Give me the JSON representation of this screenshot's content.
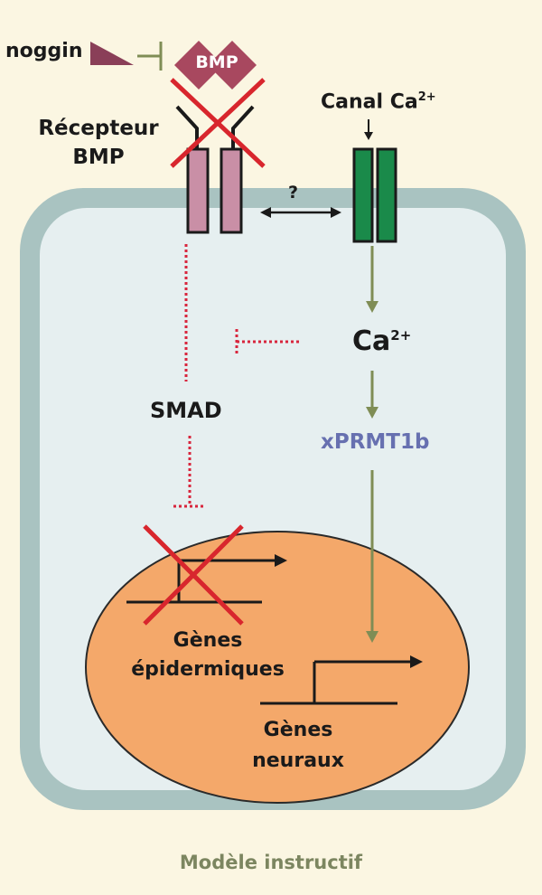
{
  "labels": {
    "noggin": "noggin",
    "bmp": "BMP",
    "receptor_line1": "Récepteur",
    "receptor_line2": "BMP",
    "channel_prefix": "Canal Ca",
    "channel_sup": "2+",
    "question": "?",
    "ca_base": "Ca",
    "ca_sup": "2+",
    "smad": "SMAD",
    "xprmt": "xPRMT1b",
    "epidermal_line1": "Gènes",
    "epidermal_line2": "épidermiques",
    "neural_line1": "Gènes",
    "neural_line2": "neuraux",
    "model_caption": "Modèle instructif"
  },
  "colors": {
    "background": "#fbf6e2",
    "cell_membrane": "#a9c3c1",
    "cytoplasm": "#e6eff0",
    "nucleus": "#f4a86a",
    "receptor": "#c98fa6",
    "channel": "#1a8a4a",
    "noggin": "#8a3f58",
    "bmp": "#a8485f",
    "red_cross": "#d8262d",
    "inhibit_dotted": "#d8263d",
    "olive_arrow": "#7f8d55",
    "xprmt_text": "#6770b0",
    "caption_text": "#7c8660"
  }
}
